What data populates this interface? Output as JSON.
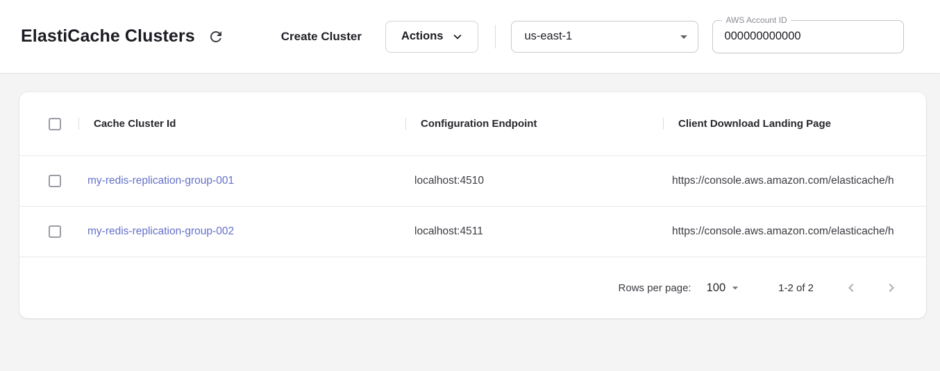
{
  "header": {
    "title": "ElastiCache Clusters",
    "create_button_label": "Create Cluster",
    "actions_button_label": "Actions",
    "region": "us-east-1",
    "account": {
      "label": "AWS Account ID",
      "value": "000000000000"
    }
  },
  "table": {
    "columns": [
      "Cache Cluster Id",
      "Configuration Endpoint",
      "Client Download Landing Page"
    ],
    "rows": [
      {
        "cluster_id": "my-redis-replication-group-001",
        "endpoint": "localhost:4510",
        "landing_page": "https://console.aws.amazon.com/elasticache/h"
      },
      {
        "cluster_id": "my-redis-replication-group-002",
        "endpoint": "localhost:4511",
        "landing_page": "https://console.aws.amazon.com/elasticache/h"
      }
    ],
    "footer": {
      "rows_per_page_label": "Rows per page:",
      "rows_per_page_value": "100",
      "range": "1-2 of 2"
    }
  },
  "colors": {
    "link": "#6470c8",
    "background": "#f4f4f5",
    "card": "#ffffff"
  }
}
